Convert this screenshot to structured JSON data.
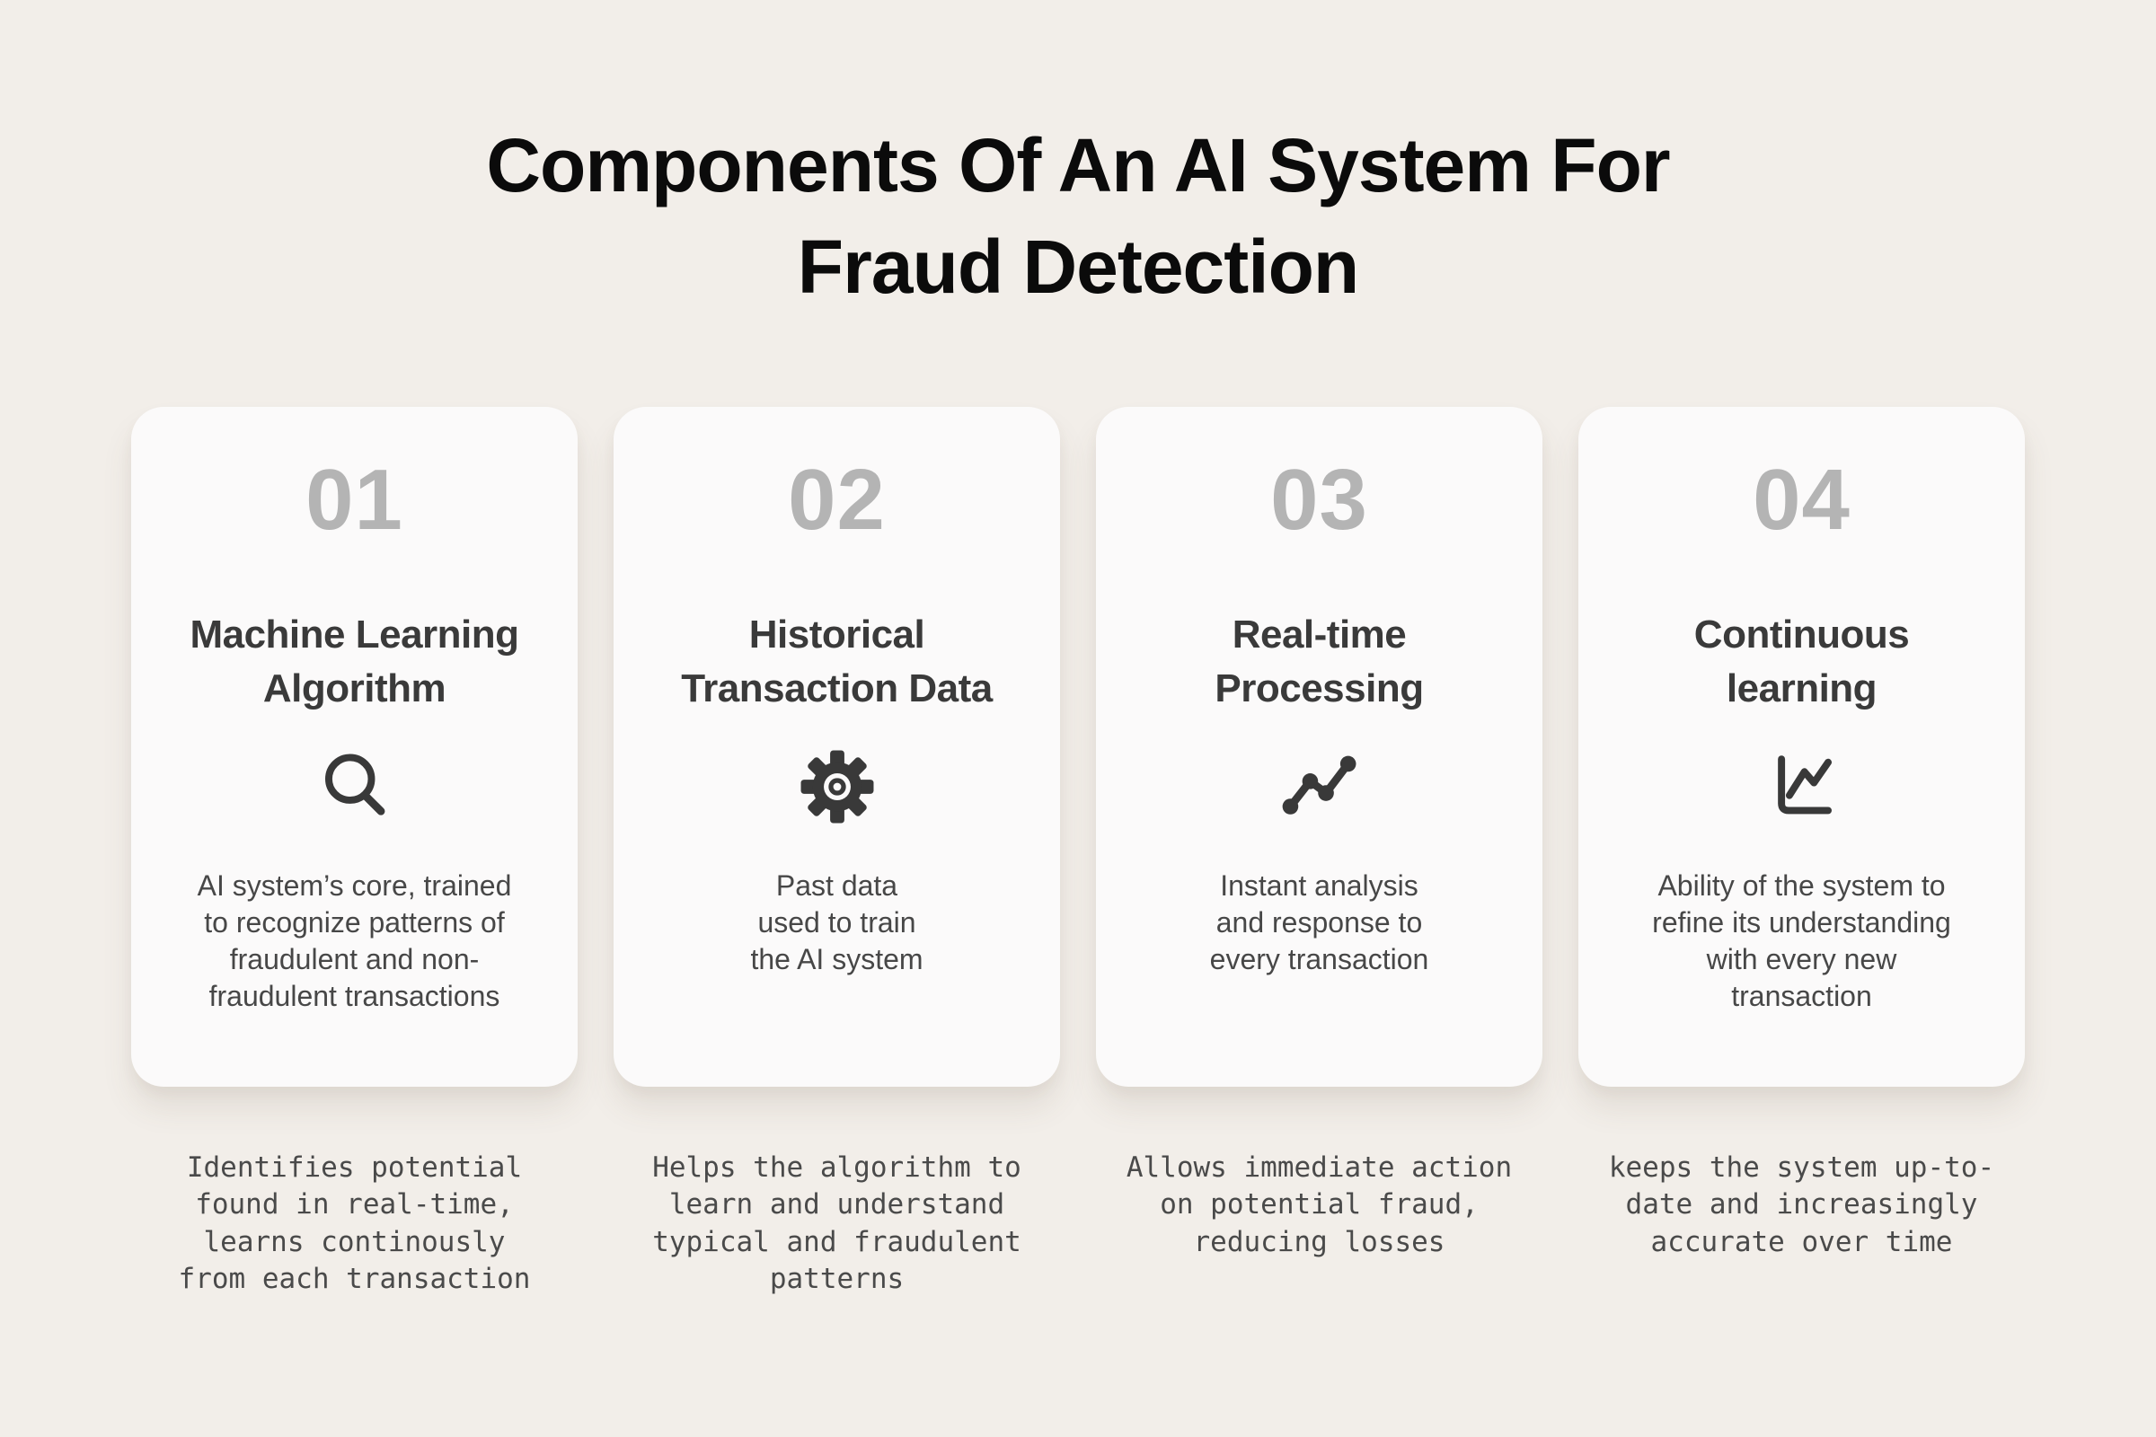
{
  "page": {
    "title": "Components Of An AI System For\nFraud Detection",
    "background_color": "#F2EEE9",
    "card_background_color": "#FBFAFA",
    "title_color": "#0B0B0B",
    "number_color": "#B4B4B4",
    "card_title_color": "#3A3A3A",
    "body_text_color": "#474747",
    "icon_color": "#393939"
  },
  "cards": [
    {
      "number": "01",
      "title": "Machine Learning\nAlgorithm",
      "icon": "magnifier-icon",
      "description": "AI system’s core, trained\nto recognize patterns of\nfraudulent and non-\nfraudulent transactions",
      "caption": "Identifies potential\nfound in real-time,\nlearns continously\nfrom each transaction"
    },
    {
      "number": "02",
      "title": "Historical\nTransaction Data",
      "icon": "gear-icon",
      "description": "Past data\nused to train\nthe AI system",
      "caption": "Helps the algorithm to\nlearn and understand\ntypical and fraudulent\npatterns"
    },
    {
      "number": "03",
      "title": "Real-time\nProcessing",
      "icon": "trend-zigzag-icon",
      "description": "Instant analysis\nand response to\nevery transaction",
      "caption": "Allows immediate action\non potential fraud,\nreducing losses"
    },
    {
      "number": "04",
      "title": "Continuous\nlearning",
      "icon": "line-chart-icon",
      "description": "Ability of the system to\nrefine its understanding\nwith every new\ntransaction",
      "caption": "keeps the system up-to-\ndate and increasingly\naccurate over time"
    }
  ]
}
